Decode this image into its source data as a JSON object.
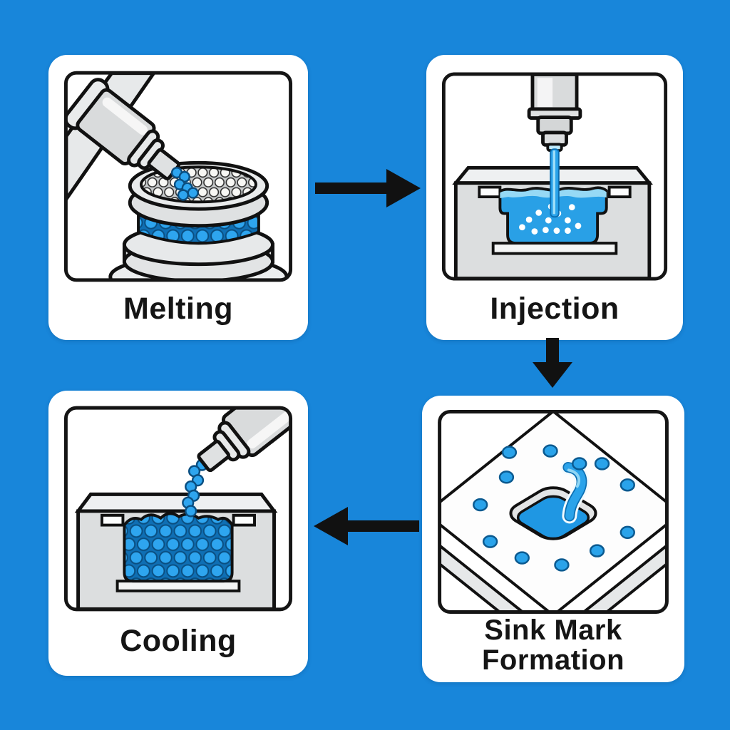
{
  "diagram": {
    "subject": "injection molding process flow",
    "background_color": "#1886DA",
    "card_color": "#FFFFFF",
    "outline_color": "#111111",
    "text_color": "#151515",
    "arrow_color": "#111111",
    "plastic_pellet_blue": "#2EA5EF",
    "molten_liquid_blue": "#29A0E6",
    "machine_gray": "#DCDEDF"
  },
  "steps": [
    {
      "id": "melting",
      "label": "Melting"
    },
    {
      "id": "injection",
      "label": "Injection"
    },
    {
      "id": "sink-mark-formation",
      "label": "Sink Mark Formation"
    },
    {
      "id": "cooling",
      "label": "Cooling"
    }
  ],
  "arrows": [
    {
      "from": "Melting",
      "to": "Injection",
      "direction": "right"
    },
    {
      "from": "Injection",
      "to": "Sink Mark Formation",
      "direction": "down"
    },
    {
      "from": "Sink Mark Formation",
      "to": "Cooling",
      "direction": "left"
    }
  ]
}
